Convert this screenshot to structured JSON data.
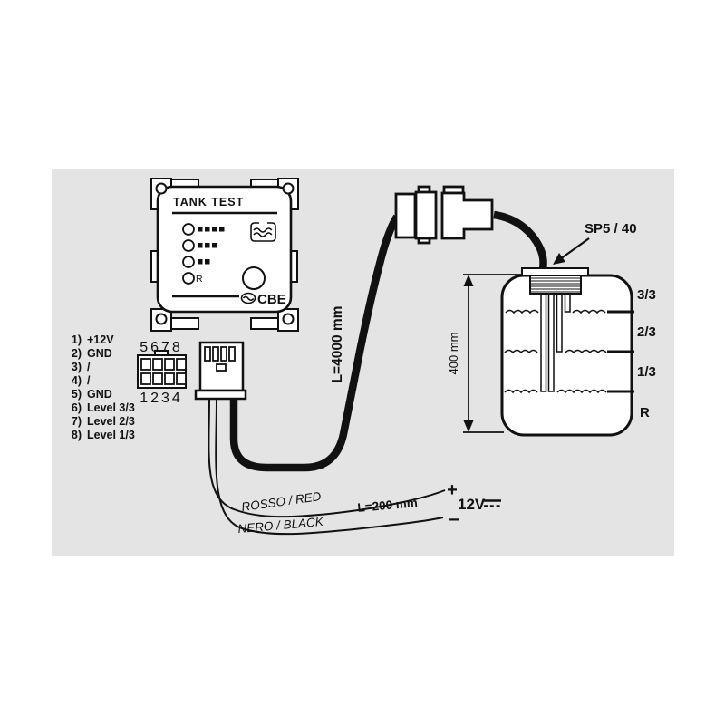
{
  "panel": {
    "title": "TANK TEST",
    "r_label": "R",
    "brand": "CBE"
  },
  "pins": [
    {
      "num": "1)",
      "label": "+12V"
    },
    {
      "num": "2)",
      "label": "GND"
    },
    {
      "num": "3)",
      "label": "/"
    },
    {
      "num": "4)",
      "label": "/"
    },
    {
      "num": "5)",
      "label": "GND"
    },
    {
      "num": "6)",
      "label": "Level 3/3"
    },
    {
      "num": "7)",
      "label": "Level 2/3"
    },
    {
      "num": "8)",
      "label": "Level 1/3"
    }
  ],
  "connector8": {
    "top_row": "5678",
    "bottom_row": "1234"
  },
  "cable": {
    "length_label": "L=4000 mm"
  },
  "sensor": {
    "model": "SP5 / 40"
  },
  "tank": {
    "height_label": "400 mm",
    "levels": [
      "3/3",
      "2/3",
      "1/3",
      "R"
    ]
  },
  "power": {
    "red_wire_label": "ROSSO / RED",
    "black_wire_label": "NERO / BLACK",
    "wire_length_label": "L=200 mm",
    "plus": "+",
    "minus": "−",
    "voltage": "12V"
  }
}
